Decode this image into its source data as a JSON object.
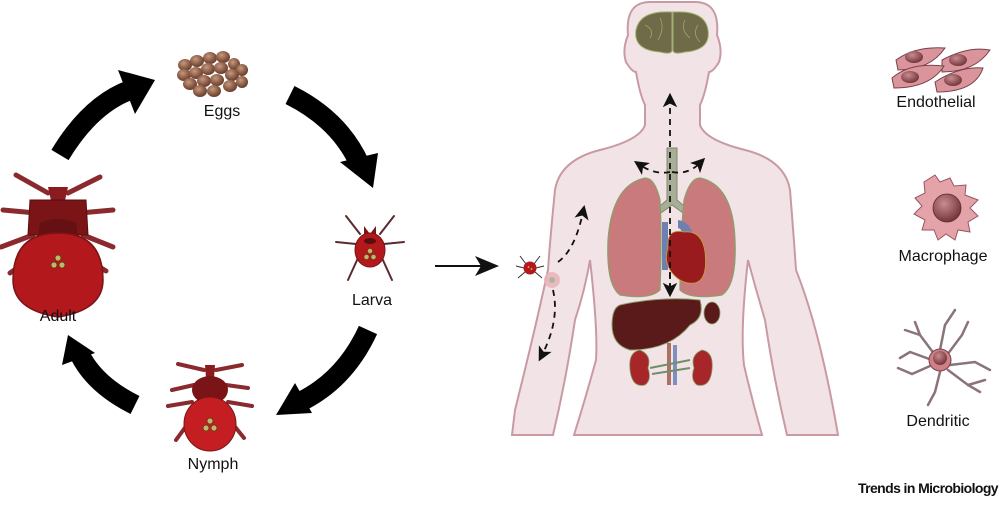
{
  "figure": {
    "lifecycle": {
      "stages": [
        {
          "id": "eggs",
          "label": "Eggs"
        },
        {
          "id": "larva",
          "label": "Larva"
        },
        {
          "id": "nymph",
          "label": "Nymph"
        },
        {
          "id": "adult",
          "label": "Adult"
        }
      ],
      "cycle_direction": "clockwise"
    },
    "body": {
      "organs": [
        "brain",
        "trachea",
        "lungs",
        "heart",
        "liver",
        "spleen",
        "kidneys"
      ],
      "infection_site": "arm"
    },
    "cells": [
      {
        "id": "endothelial",
        "label": "Endothelial"
      },
      {
        "id": "macrophage",
        "label": "Macrophage"
      },
      {
        "id": "dendritic",
        "label": "Dendritic"
      }
    ],
    "footer": "Trends in Microbiology",
    "colors": {
      "mite_red": "#b3181c",
      "mite_dark": "#7a1416",
      "egg_brown": "#8a5a44",
      "skin": "#f2e4e6",
      "skin_outline": "#c99aa3",
      "lung": "#c97a7c",
      "brain": "#6f6a47",
      "liver": "#5a1a1a",
      "cell_pink": "#d9959b",
      "arrow": "#000000"
    }
  }
}
